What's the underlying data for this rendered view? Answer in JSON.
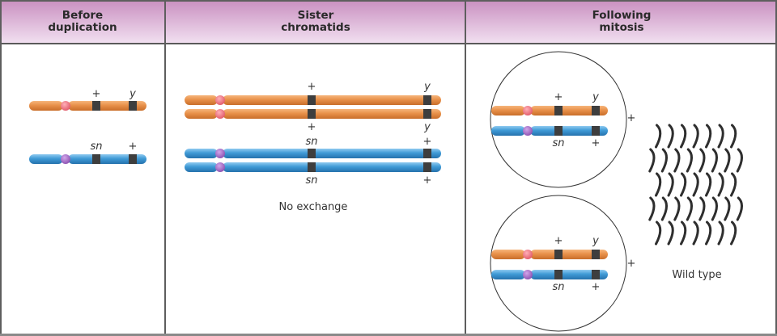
{
  "header": {
    "columns": [
      {
        "line1": "Before",
        "line2": "duplication"
      },
      {
        "line1": "Sister",
        "line2": "chromatids"
      },
      {
        "line1": "Following",
        "line2": "mitosis"
      }
    ]
  },
  "colors": {
    "header_top": "#c98fc0",
    "header_bottom": "#f1dff0",
    "orange_chromosome": "#e8914a",
    "blue_chromosome": "#3f9ad6",
    "orange_centromere": "#ee6a7a",
    "blue_centromere": "#9a5fbf",
    "gene_band": "#3e3e3e"
  },
  "labels": {
    "plus": "+",
    "y": "y",
    "sn": "sn"
  },
  "before": {
    "orange": {
      "left": "+",
      "right": "y"
    },
    "blue": {
      "left": "sn",
      "right": "+"
    }
  },
  "sister": {
    "orange_top": {
      "left": "+",
      "right": "y"
    },
    "orange_bottom": {
      "left": "+",
      "right": "y"
    },
    "blue_top": {
      "left": "sn",
      "right": "+"
    },
    "blue_bottom": {
      "left": "sn",
      "right": "+"
    },
    "caption": "No exchange"
  },
  "mitosis": {
    "cell1": {
      "orange": {
        "left": "+",
        "right": "y"
      },
      "blue": {
        "left": "sn",
        "right": "+"
      },
      "joiner": "+"
    },
    "cell2": {
      "orange": {
        "left": "+",
        "right": "y"
      },
      "blue": {
        "left": "sn",
        "right": "+"
      },
      "joiner": "+"
    },
    "bristle_rows": [
      7,
      8,
      7,
      8,
      7
    ],
    "caption": "Wild type"
  }
}
